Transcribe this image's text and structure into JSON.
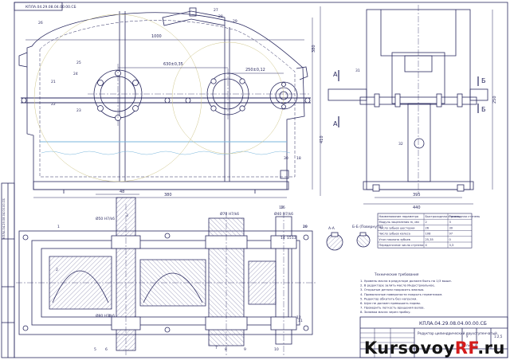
{
  "colors": {
    "line": "#2a2a60",
    "hatch": "#6b6b9a",
    "water": "#7ab6dc",
    "watermark_red": "#d41c1c"
  },
  "labels": {
    "dim_top1": "1000",
    "dim_top2": "630±0,35",
    "dim_top3": "250±0,12",
    "dim_h1": "380",
    "dim_h2": "410",
    "dim_bot1": "380",
    "dim_bot2": "48",
    "dim_side1": "395",
    "dim_side2": "440",
    "dim_side3": "250",
    "section_a": "A",
    "section_b": "Б",
    "section_aa": "А-А",
    "section_bb": "Б-Б (Повернуто)",
    "fit1": "Ø50 H7/k6",
    "fit2": "Ø70 H7/k6",
    "fit3": "Ø80 H7/k6",
    "fit4": "Ø40 H7/k6"
  },
  "balloons": [
    "1",
    "2",
    "3",
    "4",
    "5",
    "6",
    "7",
    "8",
    "9",
    "10",
    "11",
    "12",
    "13",
    "14",
    "15",
    "16",
    "17",
    "18",
    "19",
    "20",
    "21",
    "22",
    "23",
    "24",
    "25",
    "26",
    "27",
    "28",
    "29",
    "30",
    "31",
    "32"
  ],
  "spec_table": {
    "headers": [
      "Наименование параметра",
      "Быстроходная ступень",
      "Тихоходная ступень"
    ],
    "rows": [
      [
        "Модуль зацепления m, мм",
        "2",
        "3"
      ],
      [
        "Число зубьев шестерни",
        "26",
        "30"
      ],
      [
        "Число зубьев колеса",
        "108",
        "97"
      ],
      [
        "Угол наклона зубьев",
        "25,35",
        "0"
      ],
      [
        "Передаточное число ступени",
        "4",
        "3,3"
      ]
    ]
  },
  "notes": {
    "title": "Технические требования",
    "items": [
      "1. Уровень масла в редукторе должен быть на 1/3 выше.",
      "2. В редукторе залить масло Индустриальное.",
      "3. Открытые детали покрасить эмалью.",
      "4. Привалочные поверхности покрыть герметиком.",
      "5. Редуктор обкатать без нагрузки.",
      "6. Шум не должен превышать нормы.",
      "7. Проверить легкость вращения валов.",
      "8. Заливка масла через пробку."
    ]
  },
  "title_block": {
    "code": "КПЛА.04.29.08.04.00.00.СБ",
    "name": "Редуктор цилиндрический двухступенчатый",
    "stage": "У",
    "mass": "",
    "scale": "1:2,5",
    "sheet": "Лист 1"
  },
  "side_stamp": "КПЛА.04.29.08.04.00.00.СБ",
  "watermark": {
    "main": "Kursovoy",
    "accent": "RF",
    "tld": ".ru"
  }
}
